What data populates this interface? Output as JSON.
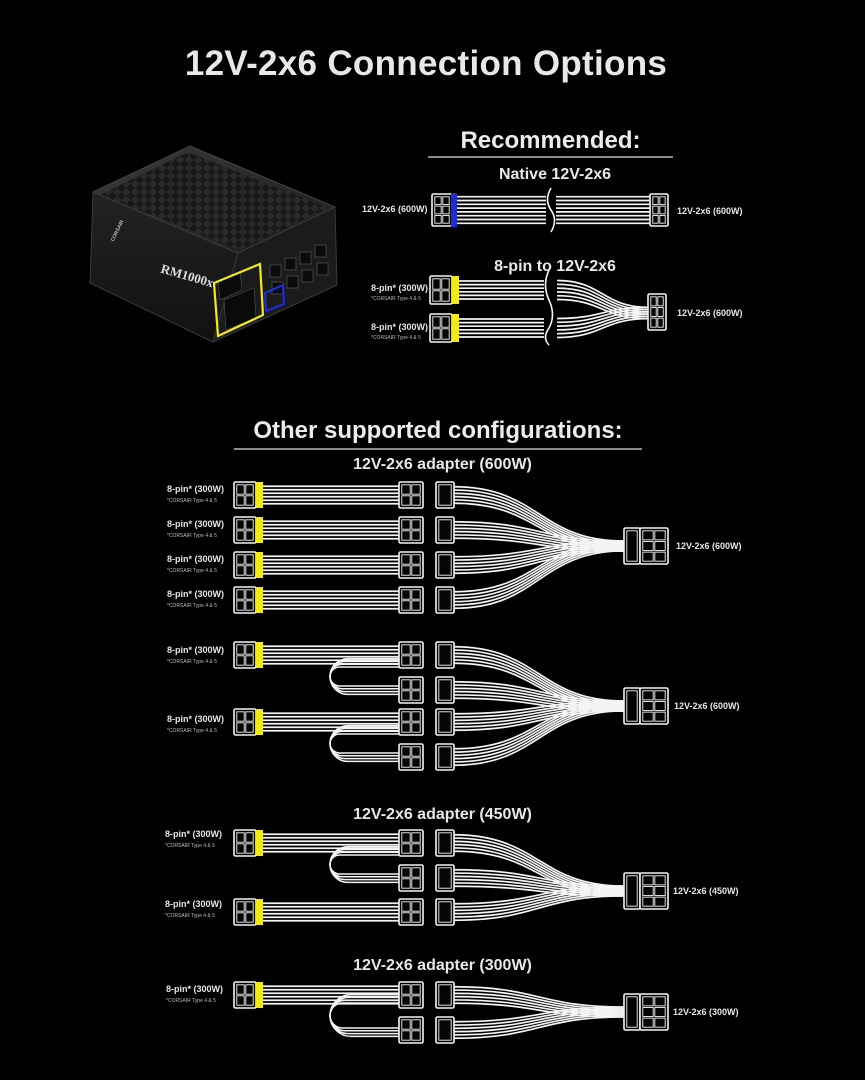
{
  "title": "12V-2x6 Connection Options",
  "psu": {
    "model_label": "RM1000x",
    "brand_label": "CORSAIR"
  },
  "recommended": {
    "heading": "Recommended:",
    "native": {
      "title": "Native 12V-2x6",
      "left_label": "12V-2x6 (600W)",
      "right_label": "12V-2x6 (600W)"
    },
    "eight_pin": {
      "title": "8-pin to 12V-2x6",
      "inputs": [
        {
          "label": "8-pin* (300W)",
          "note": "*CORSAIR Type 4 & 5"
        },
        {
          "label": "8-pin* (300W)",
          "note": "*CORSAIR Type 4 & 5"
        }
      ],
      "right_label": "12V-2x6 (600W)"
    }
  },
  "other": {
    "heading": "Other supported configurations:",
    "adapter_600_title": "12V-2x6 adapter (600W)",
    "config_a": {
      "inputs": [
        {
          "label": "8-pin* (300W)",
          "note": "*CORSAIR Type 4 & 5"
        },
        {
          "label": "8-pin* (300W)",
          "note": "*CORSAIR Type 4 & 5"
        },
        {
          "label": "8-pin* (300W)",
          "note": "*CORSAIR Type 4 & 5"
        },
        {
          "label": "8-pin* (300W)",
          "note": "*CORSAIR Type 4 & 5"
        }
      ],
      "output_label": "12V-2x6 (600W)"
    },
    "config_b": {
      "inputs": [
        {
          "label": "8-pin* (300W)",
          "note": "*CORSAIR Type 4 & 5"
        },
        {
          "label": "8-pin* (300W)",
          "note": "*CORSAIR Type 4 & 5"
        }
      ],
      "output_label": "12V-2x6 (600W)"
    },
    "adapter_450": {
      "title": "12V-2x6 adapter (450W)",
      "inputs": [
        {
          "label": "8-pin* (300W)",
          "note": "*CORSAIR Type 4 & 5"
        },
        {
          "label": "8-pin* (300W)",
          "note": "*CORSAIR Type 4 & 5"
        }
      ],
      "output_label": "12V-2x6 (450W)"
    },
    "adapter_300": {
      "title": "12V-2x6 adapter (300W)",
      "inputs": [
        {
          "label": "8-pin* (300W)",
          "note": "*CORSAIR Type 4 & 5"
        }
      ],
      "output_label": "12V-2x6 (300W)"
    }
  },
  "colors": {
    "highlight_yellow": "#f2ea16",
    "highlight_blue": "#1f2bd6",
    "cable_white": "#f4f4f4",
    "background": "#000000"
  }
}
